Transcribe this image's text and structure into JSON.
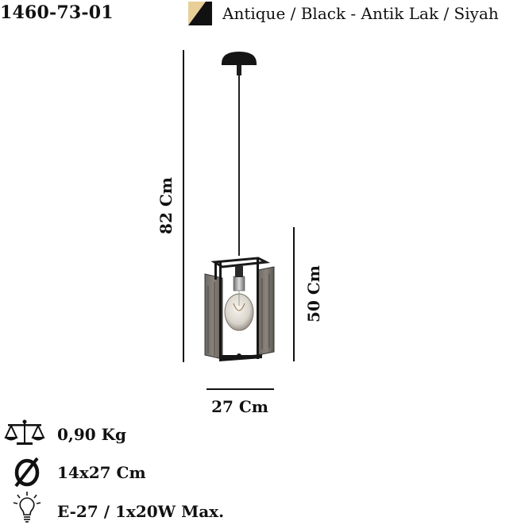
{
  "product": {
    "code": "1460-73-01",
    "finish": "Antique / Black - Antik Lak / Siyah",
    "swatch_colors": {
      "left": "#e8cf98",
      "right": "#111111"
    }
  },
  "dimensions": {
    "total_height": "82 Cm",
    "body_height": "50 Cm",
    "body_width": "27 Cm"
  },
  "specs": [
    {
      "icon": "scale-icon",
      "text": "0,90 Kg"
    },
    {
      "icon": "diameter-icon",
      "text": "14x27 Cm"
    },
    {
      "icon": "bulb-icon",
      "text": "E-27 / 1x20W Max."
    }
  ]
}
